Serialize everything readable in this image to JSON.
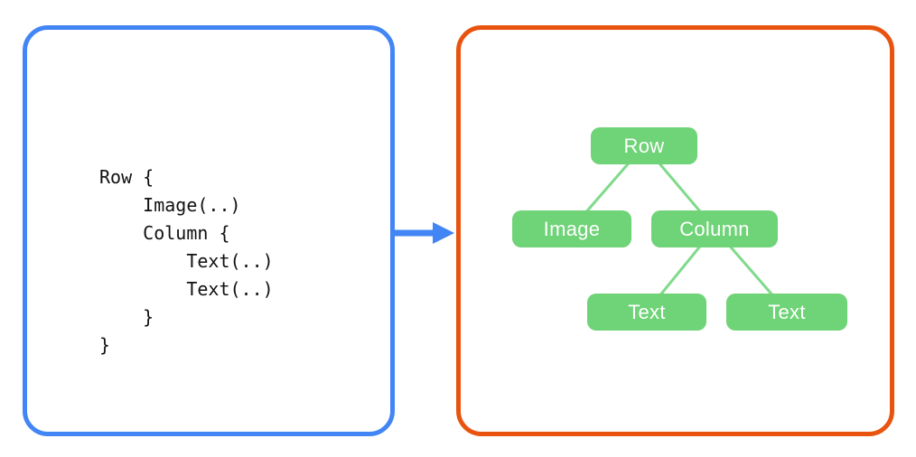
{
  "code_panel": {
    "lines": [
      "Row {",
      "    Image(..)",
      "    Column {",
      "        Text(..)",
      "        Text(..)",
      "    }",
      "}"
    ]
  },
  "tree": {
    "nodes": [
      {
        "id": "row",
        "label": "Row"
      },
      {
        "id": "image",
        "label": "Image"
      },
      {
        "id": "column",
        "label": "Column"
      },
      {
        "id": "text-left",
        "label": "Text"
      },
      {
        "id": "text-right",
        "label": "Text"
      }
    ],
    "edges": [
      {
        "from": "row",
        "to": "image"
      },
      {
        "from": "row",
        "to": "column"
      },
      {
        "from": "column",
        "to": "text-left"
      },
      {
        "from": "column",
        "to": "text-right"
      }
    ]
  },
  "colors": {
    "code_panel_border": "#4285F4",
    "tree_panel_border": "#E8540F",
    "node_fill": "#6FD377",
    "node_text": "#FFFFFF",
    "edge_line": "#7FDA8A",
    "arrow": "#4285F4",
    "code_text": "#111111",
    "background": "#FFFFFF"
  }
}
